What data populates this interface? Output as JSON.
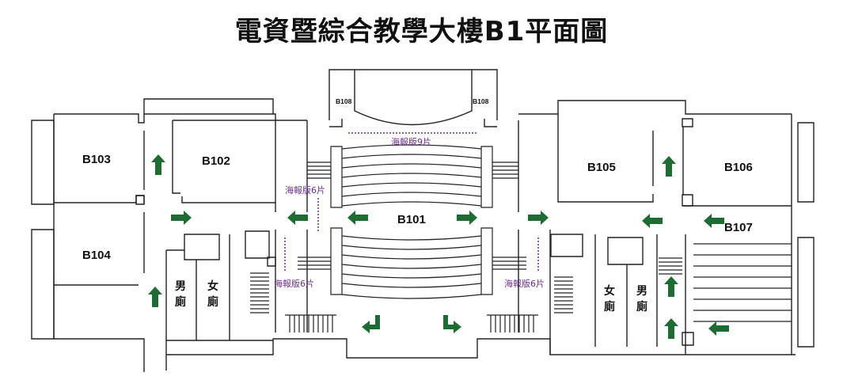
{
  "title": "電資暨綜合教學大樓B1平面圖",
  "colors": {
    "arrow": "#1e6b34",
    "poster": "#6b2f8a",
    "wall": "#222222"
  },
  "rooms": {
    "b101": "B101",
    "b102": "B102",
    "b103": "B103",
    "b104": "B104",
    "b105": "B105",
    "b106": "B106",
    "b107": "B107",
    "b108_left": "B108",
    "b108_right": "B108"
  },
  "posters": {
    "top": "海報版9片",
    "left_upper": "海報版6片",
    "left_lower": "海報版6片",
    "right_lower": "海報版6片"
  },
  "restrooms": {
    "left_men": [
      "男",
      "廁"
    ],
    "left_women": [
      "女",
      "廁"
    ],
    "right_women": [
      "女",
      "廁"
    ],
    "right_men": [
      "男",
      "廁"
    ]
  },
  "arrows": [
    {
      "dir": "up"
    },
    {
      "dir": "right"
    },
    {
      "dir": "up"
    },
    {
      "dir": "left"
    },
    {
      "dir": "left"
    },
    {
      "dir": "right"
    },
    {
      "dir": "right"
    },
    {
      "dir": "down-left"
    },
    {
      "dir": "down-right"
    },
    {
      "dir": "up"
    },
    {
      "dir": "left"
    },
    {
      "dir": "left"
    },
    {
      "dir": "up"
    },
    {
      "dir": "up"
    },
    {
      "dir": "left"
    }
  ]
}
